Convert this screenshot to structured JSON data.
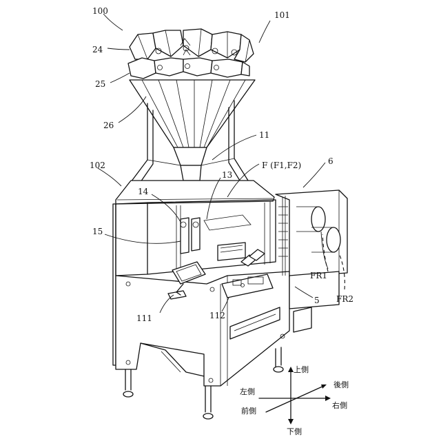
{
  "labels": {
    "ref_100": "100",
    "ref_101": "101",
    "ref_24": "24",
    "ref_25": "25",
    "ref_26": "26",
    "ref_11": "11",
    "ref_102": "102",
    "ref_F": "F (F1,F2)",
    "ref_6": "6",
    "ref_13": "13",
    "ref_14": "14",
    "ref_15": "15",
    "ref_FR1": "FR1",
    "ref_FR2": "FR2",
    "ref_5": "5",
    "ref_111": "111",
    "ref_112": "112"
  },
  "direction_labels": {
    "up": "上側",
    "down": "下側",
    "left": "左側",
    "right": "右側",
    "front": "前側",
    "rear": "後側"
  }
}
